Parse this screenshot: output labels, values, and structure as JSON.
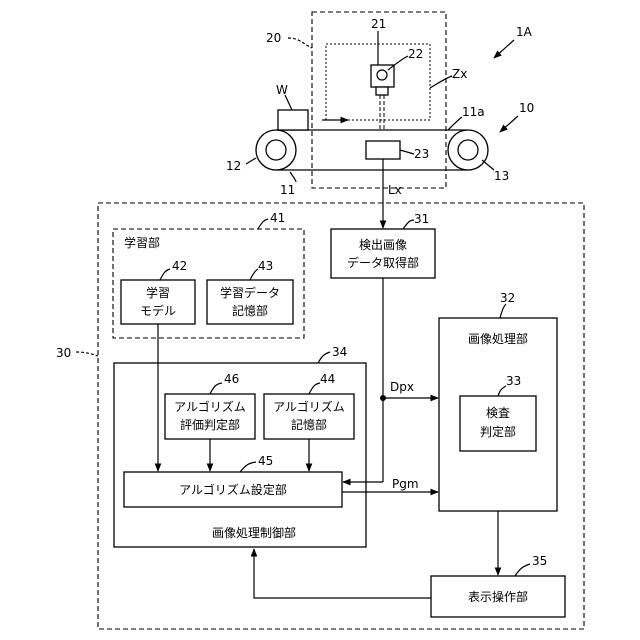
{
  "labels": {
    "system_ref": "1A",
    "conveyor_ref": "10",
    "belt_ref": "11",
    "belt_surface_ref": "11a",
    "left_roller_ref": "12",
    "right_roller_ref": "13",
    "camera_unit_ref": "20",
    "camera_ref": "21",
    "lens_ref": "22",
    "sensor_ref": "23",
    "workpiece": "W",
    "zone": "Zx",
    "line": "Lx",
    "controller_ref": "30",
    "acq_ref": "31",
    "acq_line1": "検出画像",
    "acq_line2": "データ取得部",
    "img_proc_ref": "32",
    "img_proc_title": "画像処理部",
    "inspect_ref": "33",
    "inspect_line1": "検査",
    "inspect_line2": "判定部",
    "control_ref": "34",
    "control_title": "画像処理制御部",
    "learn_ref": "41",
    "learn_title": "学習部",
    "model_ref": "42",
    "model_line1": "学習",
    "model_line2": "モデル",
    "ldata_ref": "43",
    "ldata_line1": "学習データ",
    "ldata_line2": "記憶部",
    "astore_ref": "44",
    "astore_line1": "アルゴリズム",
    "astore_line2": "記憶部",
    "aset_ref": "45",
    "aset_label": "アルゴリズム設定部",
    "aeval_ref": "46",
    "aeval_line1": "アルゴリズム",
    "aeval_line2": "評価判定部",
    "display_ref": "35",
    "display_label": "表示操作部",
    "dpx": "Dpx",
    "pgm": "Pgm"
  }
}
